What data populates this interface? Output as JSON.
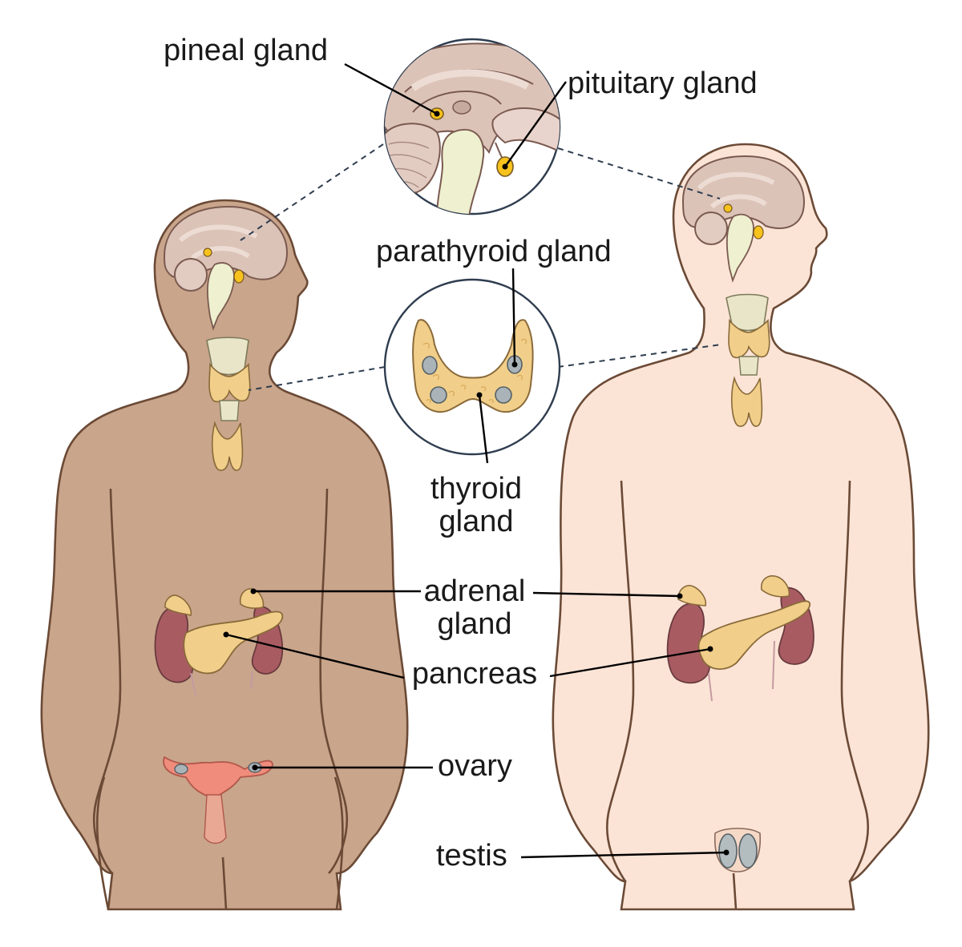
{
  "labels": {
    "pineal": "pineal gland",
    "pituitary": "pituitary gland",
    "parathyroid": "parathyroid gland",
    "thyroid_line1": "thyroid",
    "thyroid_line2": "gland",
    "adrenal_line1": "adrenal",
    "adrenal_line2": "gland",
    "pancreas": "pancreas",
    "ovary": "ovary",
    "testis": "testis"
  },
  "colors": {
    "female_skin": "#c9a58b",
    "male_skin": "#fbe4d6",
    "body_outline": "#6b4a36",
    "brain": "#dcc3b8",
    "brain_folds": "#eddcd4",
    "gland_yellow": "#f7c21c",
    "thyroid": "#f1cf8a",
    "parathyroid": "#a9b3b8",
    "kidney": "#a85c62",
    "pancreas": "#f1cf8a",
    "uterus": "#f08c7c",
    "testis": "#b3bcbf",
    "cartilage": "#e8e5c8",
    "leader": "#000000"
  }
}
